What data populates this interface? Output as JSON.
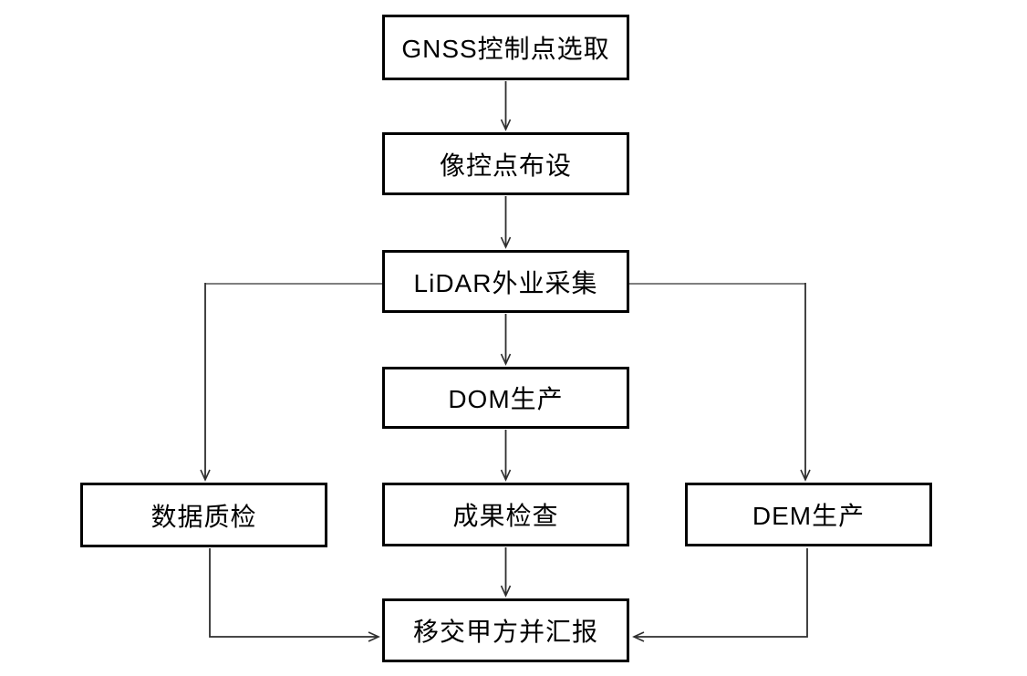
{
  "diagram": {
    "type": "flowchart",
    "background": "#ffffff",
    "colors": {
      "box_border": "#000000",
      "text": "#000000",
      "connector": "#2e2e2e",
      "branch_horizontal": "#7f7f7f"
    },
    "nodes": [
      {
        "id": "gnss",
        "label": "GNSS控制点选取"
      },
      {
        "id": "photo-control",
        "label": "像控点布设"
      },
      {
        "id": "lidar-collect",
        "label": "LiDAR外业采集"
      },
      {
        "id": "dom-production",
        "label": "DOM生产"
      },
      {
        "id": "data-qc",
        "label": "数据质检"
      },
      {
        "id": "result-check",
        "label": "成果检查"
      },
      {
        "id": "dem-production",
        "label": "DEM生产"
      },
      {
        "id": "handover",
        "label": "移交甲方并汇报"
      }
    ],
    "edges": [
      {
        "from": "gnss",
        "to": "photo-control",
        "style": "straight-down"
      },
      {
        "from": "photo-control",
        "to": "lidar-collect",
        "style": "straight-down"
      },
      {
        "from": "lidar-collect",
        "to": "dom-production",
        "style": "straight-down"
      },
      {
        "from": "lidar-collect",
        "to": "data-qc",
        "style": "left-then-down"
      },
      {
        "from": "lidar-collect",
        "to": "dem-production",
        "style": "right-then-down"
      },
      {
        "from": "dom-production",
        "to": "result-check",
        "style": "straight-down"
      },
      {
        "from": "result-check",
        "to": "handover",
        "style": "straight-down"
      },
      {
        "from": "data-qc",
        "to": "handover",
        "style": "down-then-right"
      },
      {
        "from": "dem-production",
        "to": "handover",
        "style": "down-then-left"
      }
    ]
  }
}
